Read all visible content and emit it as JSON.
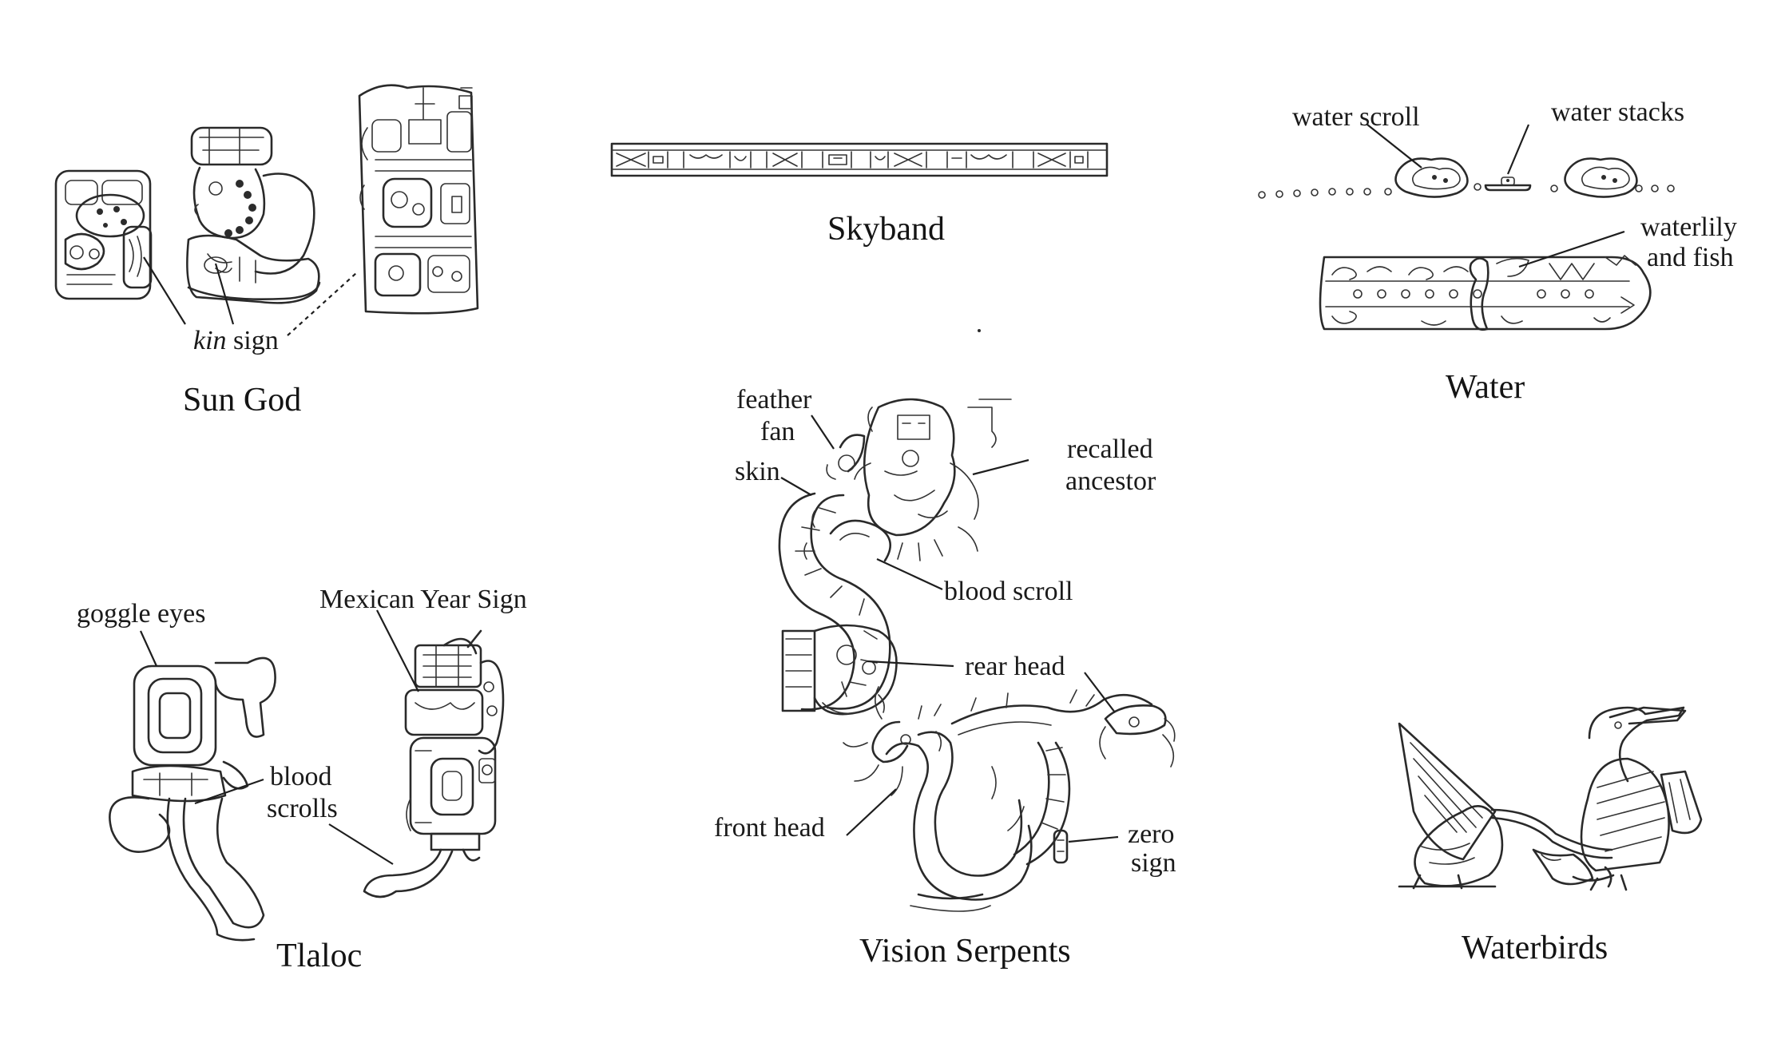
{
  "panels": {
    "sun_god": {
      "title": "Sun God",
      "label_kin_italic": "kin",
      "label_kin_rest": " sign"
    },
    "skyband": {
      "title": "Skyband"
    },
    "water": {
      "title": "Water",
      "label_water_scroll": "water scroll",
      "label_water_stacks": "water stacks",
      "label_waterlily_line1": "waterlily",
      "label_waterlily_line2": "and fish"
    },
    "vision_serpents": {
      "title": "Vision Serpents",
      "label_feather_line1": "feather",
      "label_feather_line2": "fan",
      "label_skin": "skin",
      "label_recalled_line1": "recalled",
      "label_recalled_line2": "ancestor",
      "label_blood_scroll": "blood scroll",
      "label_rear_head": "rear head",
      "label_front_head": "front head",
      "label_zero_line1": "zero",
      "label_zero_line2": "sign"
    },
    "tlaloc": {
      "title": "Tlaloc",
      "label_goggle_eyes": "goggle eyes",
      "label_mexican_year_sign": "Mexican Year Sign",
      "label_blood_line1": "blood",
      "label_blood_line2": "scrolls"
    },
    "waterbirds": {
      "title": "Waterbirds"
    }
  },
  "colors": {
    "ink": "#2a2a2a",
    "paper": "#ffffff"
  }
}
